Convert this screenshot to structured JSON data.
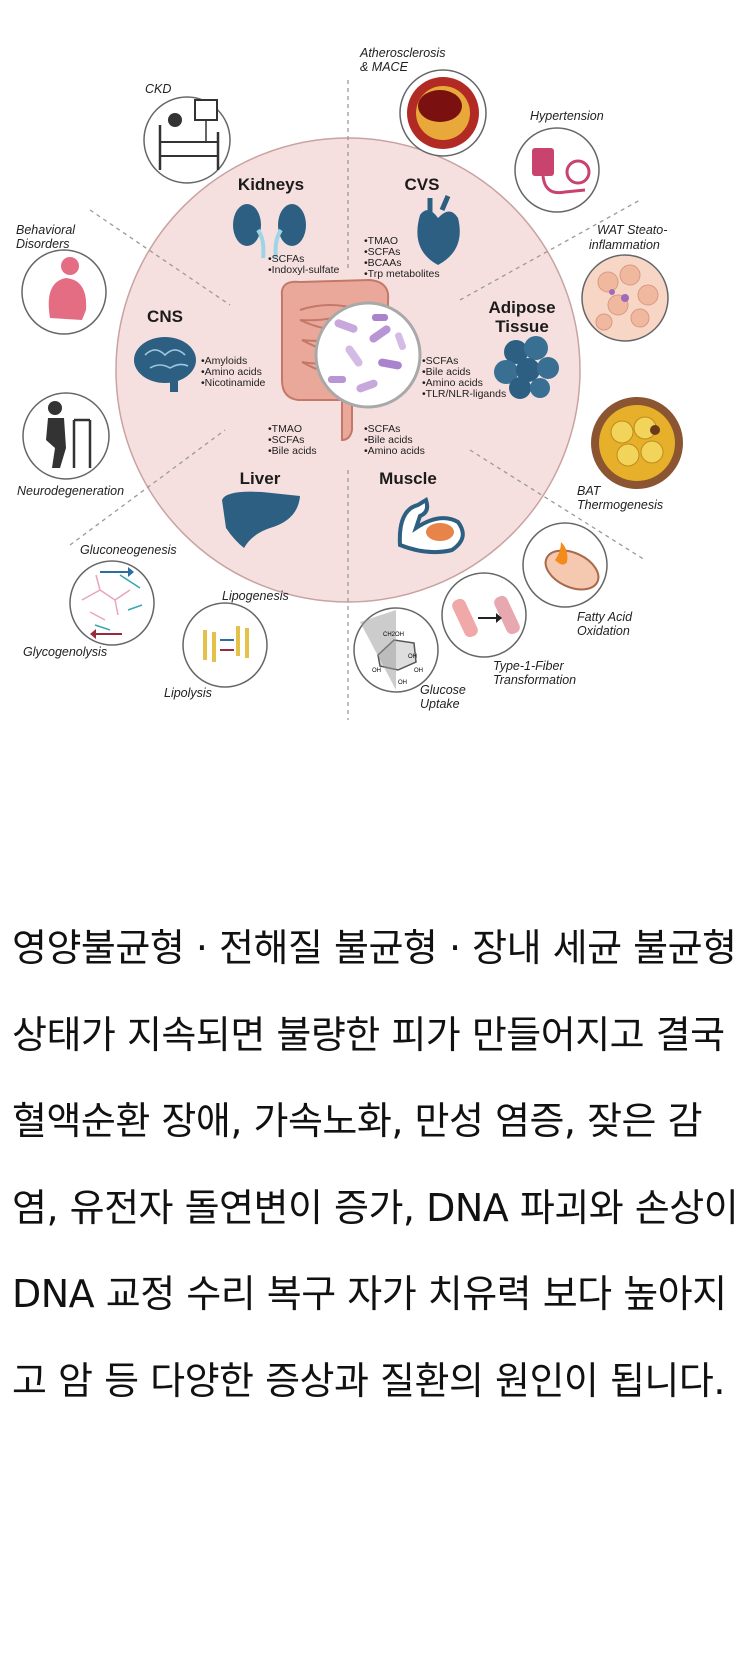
{
  "diagram": {
    "organs": {
      "kidneys": {
        "label": "Kidneys",
        "metabolites": [
          "•SCFAs",
          "•Indoxyl-sulfate"
        ]
      },
      "cvs": {
        "label": "CVS",
        "metabolites": [
          "•TMAO",
          "•SCFAs",
          "•BCAAs",
          "•Trp metabolites"
        ]
      },
      "cns": {
        "label": "CNS",
        "metabolites": [
          "•Amyloids",
          "•Amino acids",
          "•Nicotinamide"
        ]
      },
      "adipose": {
        "label_line1": "Adipose",
        "label_line2": "Tissue",
        "metabolites": [
          "•SCFAs",
          "•Bile acids",
          "•Amino acids",
          "•TLR/NLR-ligands"
        ]
      },
      "liver": {
        "label": "Liver",
        "metabolites": [
          "•TMAO",
          "•SCFAs",
          "•Bile acids"
        ]
      },
      "muscle": {
        "label": "Muscle",
        "metabolites": [
          "•SCFAs",
          "•Bile acids",
          "•Amino acids"
        ]
      }
    },
    "outcomes": {
      "ckd": "CKD",
      "athero_line1": "Atherosclerosis",
      "athero_line2": "& MACE",
      "hypertension": "Hypertension",
      "wat_line1": "WAT Steato-",
      "wat_line2": "inflammation",
      "behavioral_line1": "Behavioral",
      "behavioral_line2": "Disorders",
      "neurodegeneration": "Neurodegeneration",
      "bat_line1": "BAT",
      "bat_line2": "Thermogenesis",
      "fatty_line1": "Fatty Acid",
      "fatty_line2": "Oxidation",
      "type1_line1": "Type-1-Fiber",
      "type1_line2": "Transformation",
      "glucose_line1": "Glucose",
      "glucose_line2": "Uptake",
      "gluconeogenesis": "Gluconeogenesis",
      "glycogenolysis": "Glycogenolysis",
      "lipogenesis": "Lipogenesis",
      "lipolysis": "Lipolysis"
    },
    "glucose_labels": [
      "CH2OH",
      "OH",
      "OH",
      "OH",
      "OH"
    ]
  },
  "paragraph": "영양불균형 · 전해질 불균형 · 장내 세균 불균형 상태가 지속되면 불량한 피가 만들어지고 결국 혈액순환 장애, 가속노화, 만성 염증, 잦은 감염, 유전자 돌연변이 증가, DNA 파괴와 손상이 DNA 교정 수리 복구 자가 치유력 보다 높아지고 암 등 다양한 증상과 질환의 원인이 됩니다."
}
